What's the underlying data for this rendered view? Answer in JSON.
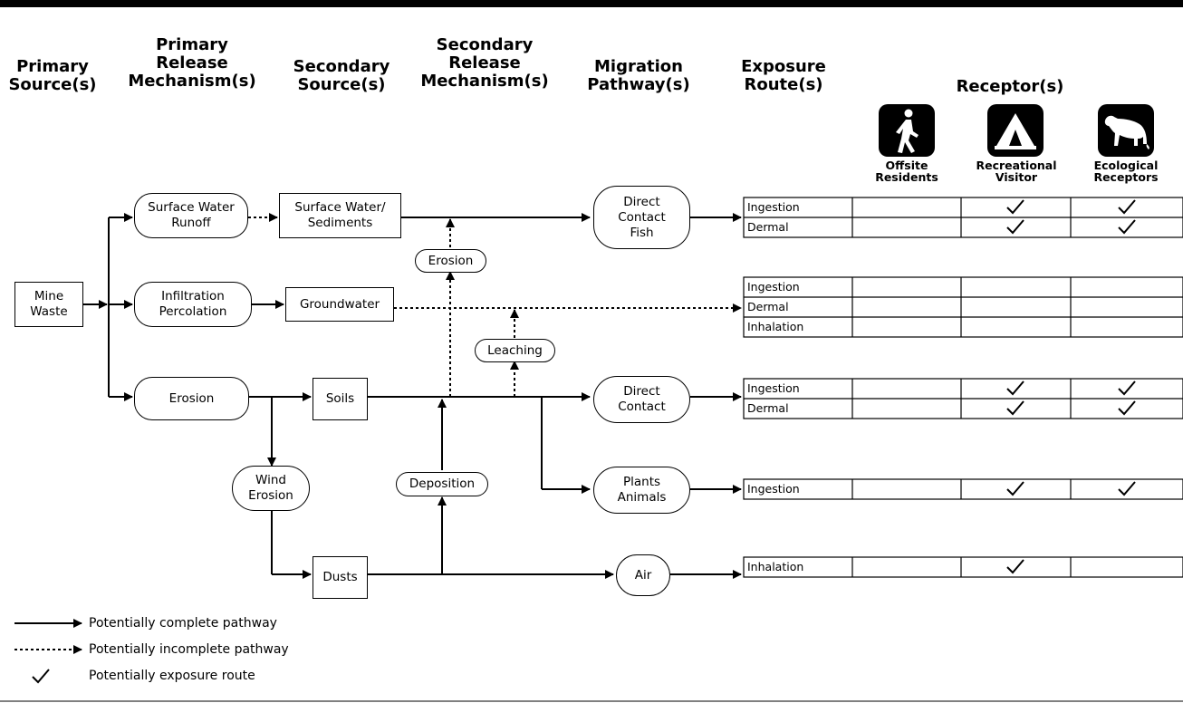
{
  "headers": {
    "primary_source": "Primary\nSource(s)",
    "primary_release": "Primary\nRelease\nMechanism(s)",
    "secondary_source": "Secondary\nSource(s)",
    "secondary_release": "Secondary\nRelease\nMechanism(s)",
    "migration": "Migration\nPathway(s)",
    "exposure": "Exposure\nRoute(s)",
    "receptors": "Receptor(s)"
  },
  "receptors": {
    "offsite": "Offsite\nResidents",
    "recreational": "Recreational\nVisitor",
    "ecological": "Ecological\nReceptors",
    "offsite_icon": "walking-person-icon",
    "recreational_icon": "tent-icon",
    "ecological_icon": "mountain-lion-icon"
  },
  "nodes": {
    "mine_waste": "Mine\nWaste",
    "surface_water_runoff": "Surface Water\nRunoff",
    "infiltration": "Infiltration\nPercolation",
    "erosion_primary": "Erosion",
    "surface_water_sediments": "Surface Water/\nSediments",
    "groundwater": "Groundwater",
    "soils": "Soils",
    "dusts": "Dusts",
    "wind_erosion": "Wind\nErosion",
    "erosion_secondary": "Erosion",
    "leaching": "Leaching",
    "deposition": "Deposition",
    "direct_contact_fish": "Direct\nContact\nFish",
    "direct_contact": "Direct\nContact",
    "plants_animals": "Plants\nAnimals",
    "air": "Air"
  },
  "exposure_routes": {
    "sw_ingestion": "Ingestion",
    "sw_dermal": "Dermal",
    "gw_ingestion": "Ingestion",
    "gw_dermal": "Dermal",
    "gw_inhalation": "Inhalation",
    "soil_ingestion": "Ingestion",
    "soil_dermal": "Dermal",
    "plants_ingestion": "Ingestion",
    "air_inhalation": "Inhalation"
  },
  "exposure_checks": [
    {
      "route": "sw_ingestion",
      "offsite": false,
      "recreational": true,
      "ecological": true
    },
    {
      "route": "sw_dermal",
      "offsite": false,
      "recreational": true,
      "ecological": true
    },
    {
      "route": "gw_ingestion",
      "offsite": false,
      "recreational": false,
      "ecological": false
    },
    {
      "route": "gw_dermal",
      "offsite": false,
      "recreational": false,
      "ecological": false
    },
    {
      "route": "gw_inhalation",
      "offsite": false,
      "recreational": false,
      "ecological": false
    },
    {
      "route": "soil_ingestion",
      "offsite": false,
      "recreational": true,
      "ecological": true
    },
    {
      "route": "soil_dermal",
      "offsite": false,
      "recreational": true,
      "ecological": true
    },
    {
      "route": "plants_ingestion",
      "offsite": false,
      "recreational": true,
      "ecological": true
    },
    {
      "route": "air_inhalation",
      "offsite": false,
      "recreational": true,
      "ecological": false
    }
  ],
  "legend": {
    "complete": "Potentially complete pathway",
    "incomplete": "Potentially incomplete pathway",
    "exposure": "Potentially exposure route"
  }
}
